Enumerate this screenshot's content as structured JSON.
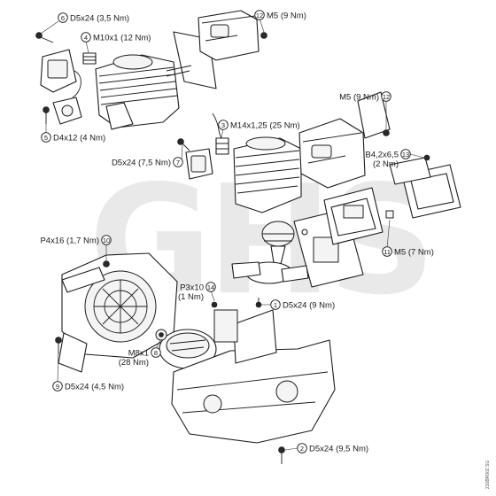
{
  "watermark": "GHS",
  "image_code": "210BR002 SG",
  "callouts": [
    {
      "num": "6",
      "text": "D5x24 (3,5 Nm)"
    },
    {
      "num": "4",
      "text": "M10x1 (12 Nm)"
    },
    {
      "num": "12",
      "text": "M5 (9 Nm)"
    },
    {
      "num": "5",
      "text": "D4x12 (4 Nm)"
    },
    {
      "num": "3",
      "text": "M14x1,25 (25 Nm)"
    },
    {
      "num": "12",
      "text": "M5 (9 Nm)"
    },
    {
      "num": "7",
      "text": "D5x24 (7,5 Nm)"
    },
    {
      "num": "13",
      "text": "B4,2x6,5",
      "text2": "(2 Nm)"
    },
    {
      "num": "10",
      "text": "P4x16 (1,7 Nm)"
    },
    {
      "num": "11",
      "text": "M5 (7 Nm)"
    },
    {
      "num": "14",
      "text": "P3x10",
      "text2": "(1 Nm)"
    },
    {
      "num": "1",
      "text": "D5x24 (9 Nm)"
    },
    {
      "num": "8",
      "text": "M8x1",
      "text2": "(28 Nm)"
    },
    {
      "num": "9",
      "text": "D5x24 (4,5 Nm)"
    },
    {
      "num": "2",
      "text": "D5x24 (9,5 Nm)"
    }
  ]
}
